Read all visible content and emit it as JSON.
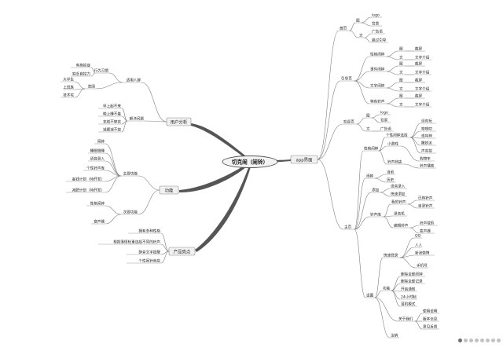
{
  "root": {
    "label": "切克闹（闹铃）"
  },
  "left": {
    "user_analysis": {
      "label": "用户分析",
      "target_users": {
        "label": "适用人群",
        "habit": {
          "label": "行为习惯",
          "items": [
            "有拖延症",
            "缺乏自控力"
          ]
        },
        "groups": {
          "label": "范围",
          "items": [
            "大学生",
            "上班族",
            "技术宅"
          ]
        }
      },
      "problems": {
        "label": "解决问题",
        "items": [
          "早上起不来",
          "晚上睡不着",
          "花钱不够花",
          "减肥减不掉"
        ]
      }
    },
    "features": {
      "label": "功能",
      "main": {
        "label": "主要功能",
        "items": [
          "闹钟",
          "睡眠陪睡",
          "语音录入",
          "个性铃声库",
          "金钱计划（待开发）",
          "减肥计划（待开发）"
        ]
      },
      "secondary": {
        "label": "次要功能",
        "items": [
          "性格闹钟",
          "变声器"
        ]
      }
    },
    "highlights": {
      "label": "产品亮点",
      "items": [
        "拥有多种性格",
        "根据事情轻重选择不同的铃声",
        "静音文字提醒",
        "个性闹铃商店"
      ]
    }
  },
  "right": {
    "app": {
      "label": "app界面",
      "cover": {
        "label": "首页",
        "pic": {
          "label": "图",
          "items": [
            "logo",
            "背景"
          ]
        },
        "text": {
          "label": "文",
          "items": [
            "广告语",
            "跳过引导"
          ]
        }
      },
      "guide": {
        "label": "引导页",
        "pages": [
          {
            "label": "性格闹钟",
            "img_label": "图",
            "img": "截屏",
            "txt_label": "文",
            "txt": "文字介绍"
          },
          {
            "label": "事件闹钟",
            "img_label": "图",
            "img": "截屏",
            "txt_label": "文",
            "txt": "文字介绍"
          },
          {
            "label": "文字闹钟",
            "img_label": "图",
            "img": "截屏",
            "txt_label": "文",
            "txt": "文字介绍"
          },
          {
            "label": "特色铃声",
            "img_label": "图",
            "img": "截屏",
            "txt_label": "文",
            "txt": "文字介绍"
          }
        ]
      },
      "splash": {
        "label": "欢迎页",
        "pic": {
          "label": "图",
          "items": [
            "logo",
            "背景"
          ]
        },
        "text": {
          "label": "文",
          "items": [
            "广告语"
          ]
        }
      },
      "main": {
        "label": "主页",
        "personality": {
          "label": "性格闹钟",
          "choose": {
            "label": "个性闹钟选择",
            "items": [
              "逗你玩",
              "唠唠叨",
              "或叫神",
              "撒娇派",
              "声音控"
            ]
          },
          "mini_game": {
            "label": "小游戏",
            "items": [
              "购物车"
            ]
          },
          "store": {
            "label": "铃声商店",
            "items": [
              "铃声播放"
            ]
          }
        },
        "alarm": {
          "label": "闹钟",
          "items": [
            "当前",
            "历史"
          ]
        },
        "add": {
          "label": "添加",
          "items": [
            "语音录入",
            "快速添加"
          ]
        },
        "ringtone_lib": {
          "label": "铃声库",
          "mine": {
            "label": "我的铃声",
            "items": [
              "已购铃声",
              "自录铃声"
            ]
          },
          "record": {
            "label": "录音机"
          },
          "edit": {
            "label": "编辑铃声",
            "items": [
              "铃声裁剪",
              "变声器"
            ]
          }
        },
        "settings": {
          "label": "设置",
          "login": {
            "label": "快速登录",
            "items": [
              "QQ",
              "人人",
              "新浪微博",
              "手机号"
            ]
          },
          "functions": {
            "label": "功能",
            "items": [
              "删除全部闹钟",
              "删除全部记录",
              "开启通知",
              "24小时制",
              "耳机模式"
            ]
          },
          "about": {
            "label": "关于我们",
            "items": [
              "使用说明",
              "版本信息",
              "意见反馈"
            ]
          },
          "logout": {
            "label": "注销"
          }
        }
      }
    }
  },
  "pager": {
    "count": 8,
    "active": 0
  }
}
